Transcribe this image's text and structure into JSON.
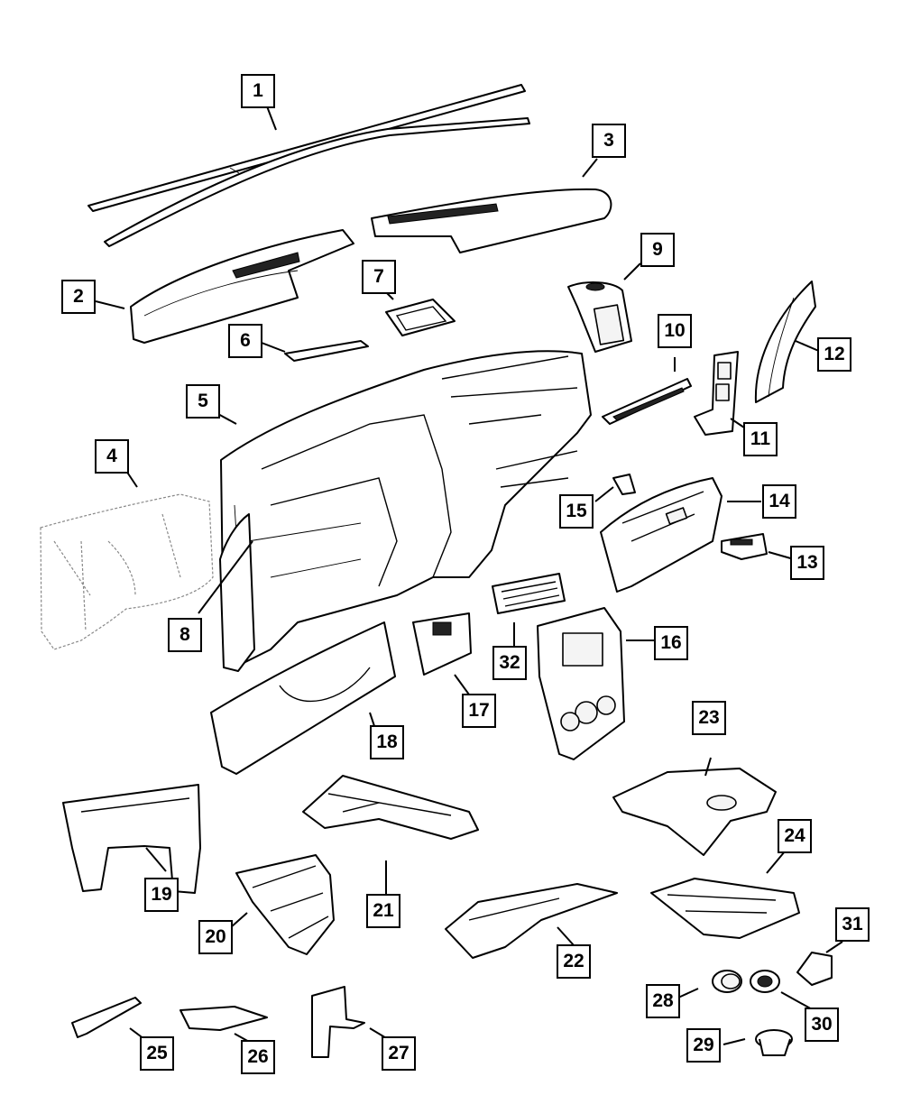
{
  "diagram": {
    "callouts": [
      {
        "label": "1"
      },
      {
        "label": "2"
      },
      {
        "label": "3"
      },
      {
        "label": "4"
      },
      {
        "label": "5"
      },
      {
        "label": "6"
      },
      {
        "label": "7"
      },
      {
        "label": "8"
      },
      {
        "label": "9"
      },
      {
        "label": "10"
      },
      {
        "label": "11"
      },
      {
        "label": "12"
      },
      {
        "label": "13"
      },
      {
        "label": "14"
      },
      {
        "label": "15"
      },
      {
        "label": "16"
      },
      {
        "label": "17"
      },
      {
        "label": "18"
      },
      {
        "label": "19"
      },
      {
        "label": "20"
      },
      {
        "label": "21"
      },
      {
        "label": "22"
      },
      {
        "label": "23"
      },
      {
        "label": "24"
      },
      {
        "label": "25"
      },
      {
        "label": "26"
      },
      {
        "label": "27"
      },
      {
        "label": "28"
      },
      {
        "label": "29"
      },
      {
        "label": "30"
      },
      {
        "label": "31"
      },
      {
        "label": "32"
      }
    ]
  }
}
